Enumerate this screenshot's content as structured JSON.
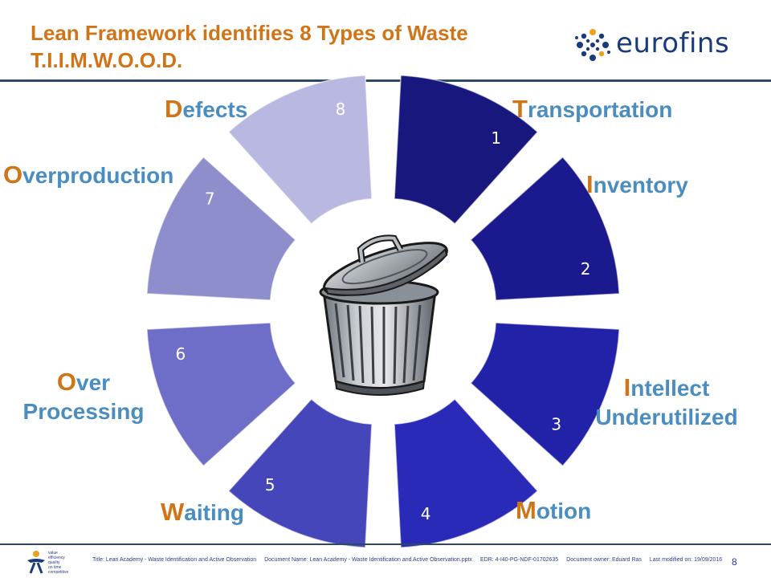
{
  "title": {
    "line1": "Lean Framework identifies 8 Types of Waste",
    "line2": "T.I.I.M.W.O.O.D."
  },
  "logo": {
    "text": "eurofins",
    "icon": "eurofins-dots-logo"
  },
  "wastes": [
    {
      "number": "1",
      "initial": "T",
      "rest": "ransportation",
      "color": "#17177e"
    },
    {
      "number": "2",
      "initial": "I",
      "rest": "nventory",
      "color": "#1a1a8e"
    },
    {
      "number": "3",
      "initial": "I",
      "rest": "ntellect",
      "line2": "Underutilized",
      "color": "#2222a8"
    },
    {
      "number": "4",
      "initial": "M",
      "rest": "otion",
      "color": "#2a2ab8"
    },
    {
      "number": "5",
      "initial": "W",
      "rest": "aiting",
      "color": "#4646bb"
    },
    {
      "number": "6",
      "initial": "O",
      "rest": "ver",
      "line2": "Processing",
      "color": "#6e6ec8"
    },
    {
      "number": "7",
      "initial": "O",
      "rest": "verproduction",
      "color": "#8e8ecc"
    },
    {
      "number": "8",
      "initial": "D",
      "rest": "efects",
      "color": "#b8b8e0"
    }
  ],
  "center_icon": "trash-can-icon",
  "footer": {
    "title": "Title: Lean Academy - Waste Identification and Active Observation",
    "document_name": "Document Name: Lean Academy - Waste Identification and Active Observation.pptx",
    "edr": "EDR: 4-I40-PG-NDF-01702635",
    "owner": "Document owner: Eduard Ras",
    "modified": "Last modified on: 19/09/2016",
    "page": "8",
    "logo_text": [
      "value",
      "efficiency",
      "quality",
      "on time",
      "competitive"
    ]
  },
  "colors": {
    "accent": "#d07418",
    "label": "#4a8dc0",
    "rule": "#2e4a63"
  }
}
